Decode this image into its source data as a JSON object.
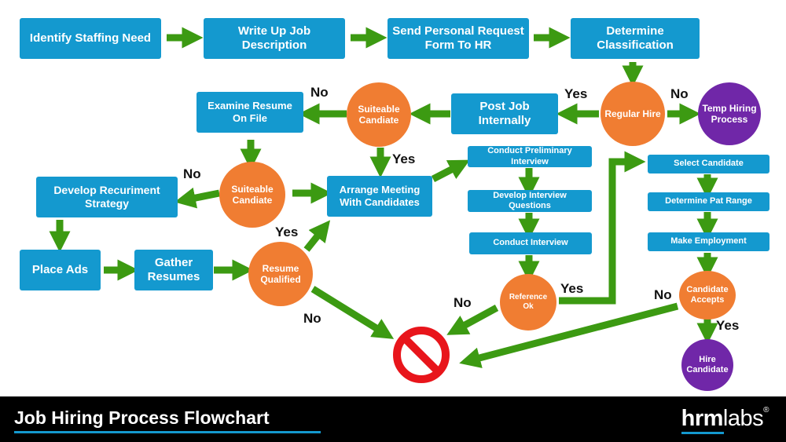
{
  "nodes": {
    "identify_staffing_need": "Identify Staffing Need",
    "write_job_description": "Write Up Job Description",
    "send_request_form": "Send Personal Request Form To HR",
    "determine_classification": "Determine Classification",
    "regular_hire": "Regular Hire",
    "temp_hiring_process": "Temp Hiring Process",
    "post_job_internally": "Post Job Internally",
    "suitable_candidate_top": "Suiteable Candiate",
    "examine_resume": "Examine Resume On File",
    "suitable_candidate_mid": "Suiteable Candiate",
    "develop_recruitment_strategy": "Develop Recuriment Strategy",
    "place_ads": "Place Ads",
    "gather_resumes": "Gather Resumes",
    "resume_qualified": "Resume Qualified",
    "arrange_meeting": "Arrange Meeting With Candidates",
    "conduct_preliminary_interview": "Conduct Preliminary Interview",
    "develop_interview_questions": "Develop Interview Questions",
    "conduct_interview": "Conduct Interview",
    "reference_ok": "Reference Ok",
    "select_candidate": "Select Candidate",
    "determine_pay_range": "Determine Pat Range",
    "make_employment": "Make Employment",
    "candidate_accepts": "Candidate Accepts",
    "hire_candidate": "Hire Candidate"
  },
  "edge_labels": {
    "regular_hire_yes": "Yes",
    "regular_hire_no": "No",
    "suitable_top_no": "No",
    "suitable_top_yes": "Yes",
    "suitable_mid_no": "No",
    "resume_qualified_yes": "Yes",
    "resume_qualified_no": "No",
    "reference_yes": "Yes",
    "reference_no": "No",
    "candidate_accepts_no": "No",
    "candidate_accepts_yes": "Yes"
  },
  "footer": {
    "title": "Job Hiring Process Flowchart",
    "brand_bold": "hrm",
    "brand_light": "labs",
    "brand_mark": "®"
  },
  "colors": {
    "process_box": "#1499cf",
    "decision": "#f07d32",
    "terminal": "#7027a8",
    "arrow": "#3c9a12",
    "stop_sign": "#e8151b"
  }
}
